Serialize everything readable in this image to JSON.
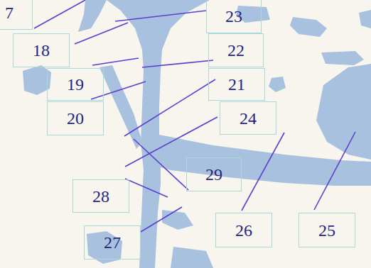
{
  "diagram": {
    "labels": [
      "7",
      "23",
      "18",
      "22",
      "19",
      "21",
      "20",
      "24",
      "29",
      "28",
      "26",
      "25",
      "27"
    ]
  }
}
